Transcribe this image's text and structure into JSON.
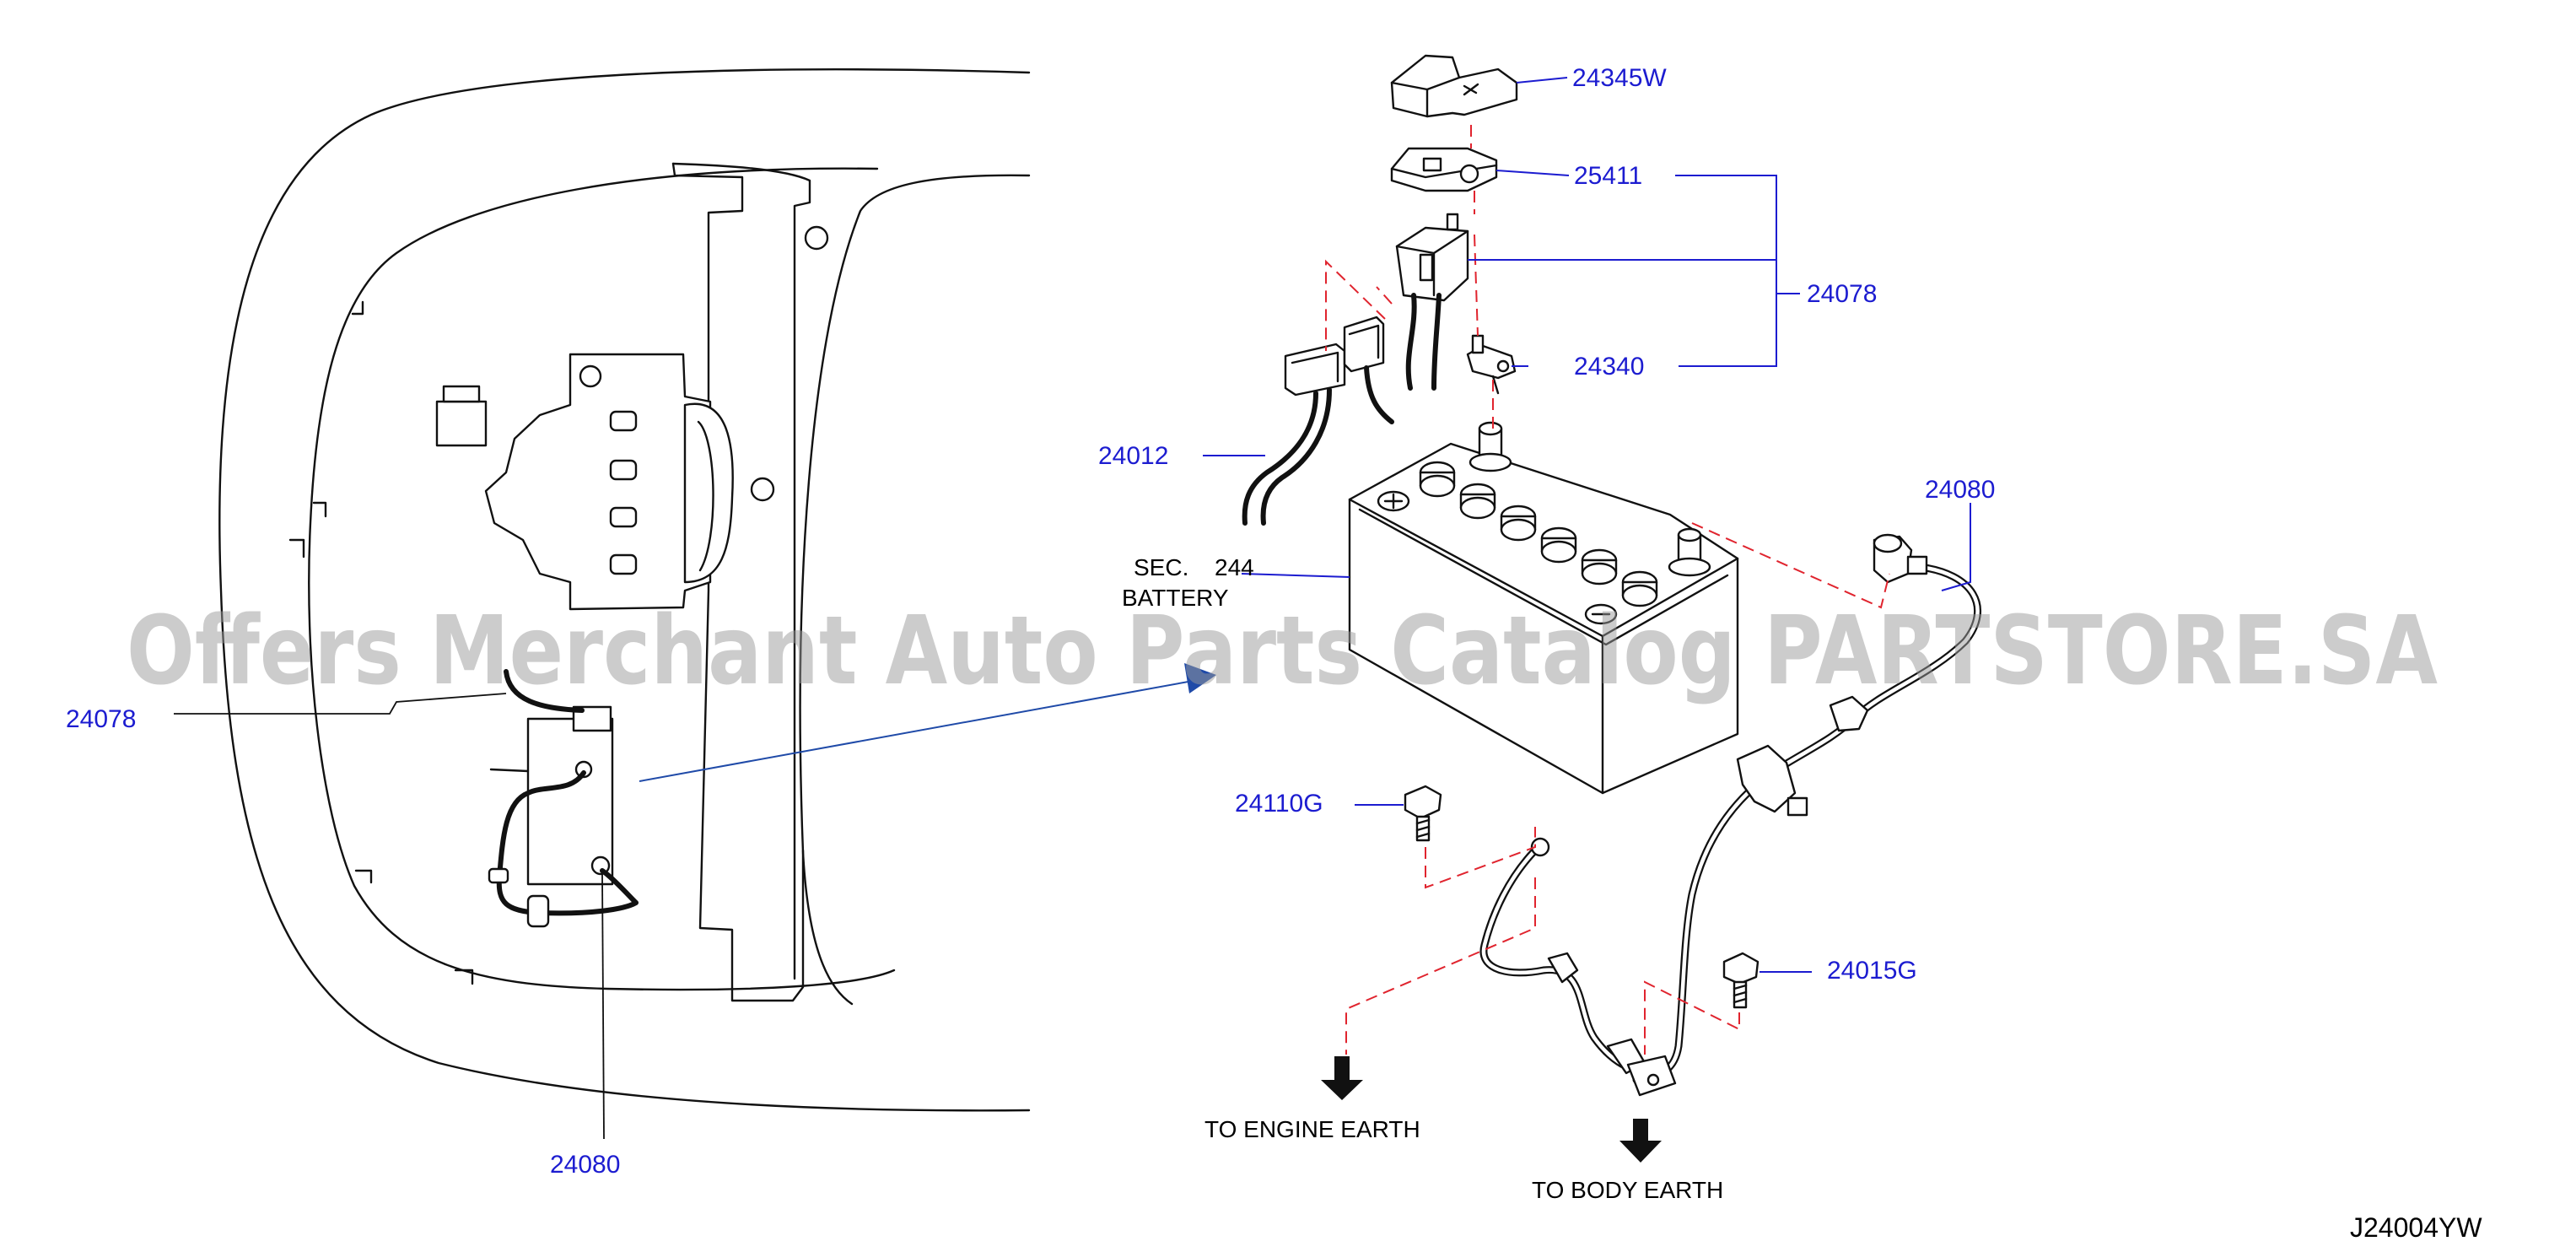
{
  "colors": {
    "line": "#111111",
    "callout": "#1c1cd0",
    "section_ref": "#8a2be2",
    "dash": "#e0242e",
    "arrow": "#1f4aa8",
    "watermark": "#9a9a9a"
  },
  "watermark": "Offers Merchant Auto Parts Catalog PARTSTORE.SA",
  "callouts": {
    "c24345W": "24345W",
    "c25411": "25411",
    "c24078_right": "24078",
    "c24340": "24340",
    "c24012": "24012",
    "c24080_right": "24080",
    "c24110G": "24110G",
    "c24015G": "24015G",
    "c24078_left": "24078",
    "c24080_left": "24080"
  },
  "section": {
    "prefix": "SEC.",
    "ref": "244",
    "name": "BATTERY"
  },
  "labels": {
    "engine_earth": "TO  ENGINE  EARTH",
    "body_earth": "TO  BODY  EARTH"
  },
  "diagram_code": "J24004YW"
}
